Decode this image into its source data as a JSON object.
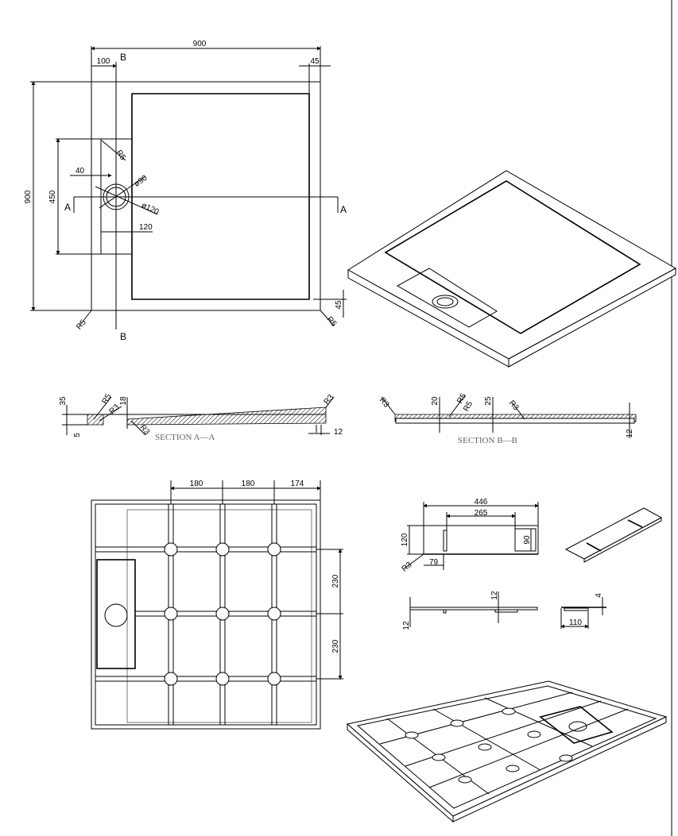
{
  "top_view": {
    "width": "900",
    "height": "900",
    "offset_left": "100",
    "rim_right": "45",
    "rim_bottom": "45",
    "drain_length": "450",
    "drain_offset": "40",
    "drain_width": "120",
    "inner_diameter": "ø90",
    "outer_diameter": "ø120",
    "radius_corner_left": "R5",
    "radius_corner_right": "R5",
    "radius_drain": "R5",
    "section_a_left": "A",
    "section_a_right": "A",
    "section_b_top": "B",
    "section_b_bottom": "B"
  },
  "section_aa": {
    "title": "SECTION  A—A",
    "dims": {
      "height": "35",
      "base": "5",
      "depth": "18",
      "edge": "12"
    },
    "radii": {
      "r5": "R5",
      "r3a": "R3",
      "r3b": "R3",
      "r3c": "R3"
    }
  },
  "section_bb": {
    "title": "SECTION  B—B",
    "dims": {
      "d20": "20",
      "d25": "25",
      "edge": "12"
    },
    "radii": {
      "r3a": "R3",
      "r5a": "R5",
      "r5b": "R5",
      "r3b": "R3"
    }
  },
  "bottom_view": {
    "col1": "180",
    "col2": "180",
    "col3": "174",
    "row1": "230",
    "row2": "230"
  },
  "drain_cover": {
    "length": "446",
    "inner": "265",
    "width": "120",
    "slot": "90",
    "offset": "79",
    "radius": "R3",
    "thick_left": "12",
    "thick_mid": "12",
    "rib": "4",
    "rib_width": "110"
  }
}
